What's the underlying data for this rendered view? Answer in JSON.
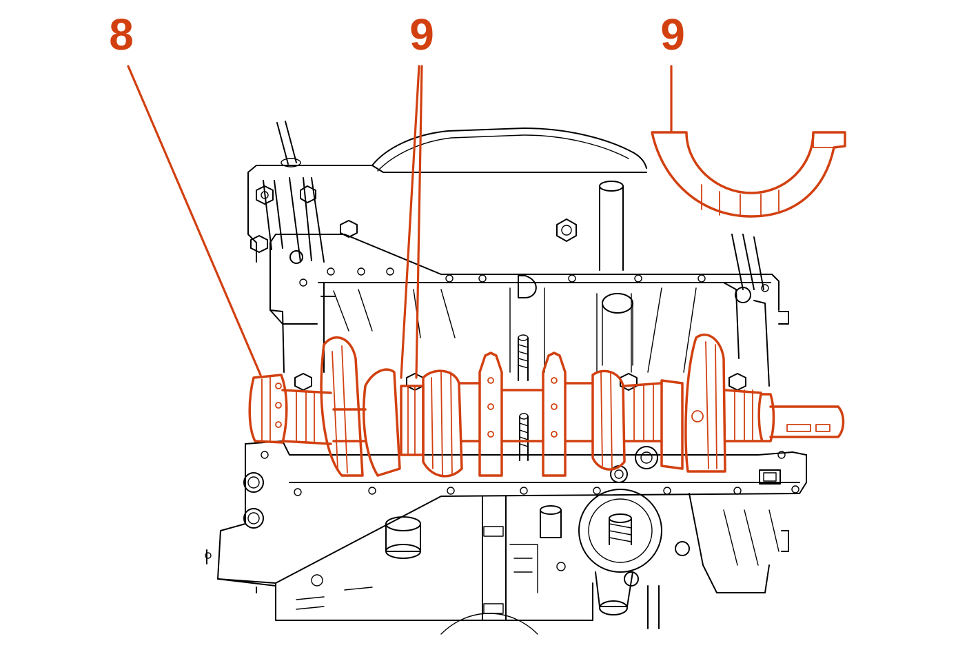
{
  "callouts": [
    {
      "id": "crankshaft",
      "label": "8"
    },
    {
      "id": "bearing-shells-installed",
      "label": "9"
    },
    {
      "id": "bearing-shell-detail",
      "label": "9"
    }
  ],
  "colors": {
    "highlight": "#d24010",
    "line_art": "#000000",
    "background": "#ffffff"
  }
}
